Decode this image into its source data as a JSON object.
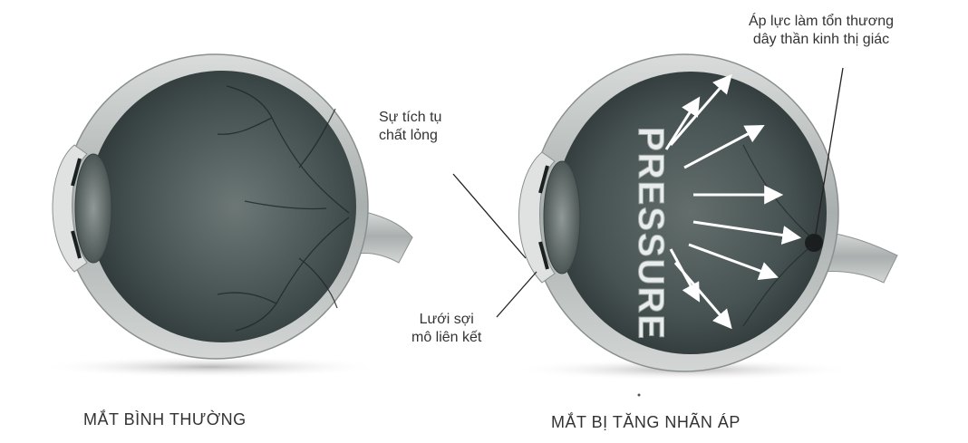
{
  "captions": {
    "normal_eye": "MẮT BÌNH THƯỜNG",
    "glaucoma_eye": "MẮT BỊ TĂNG NHÃN ÁP"
  },
  "labels": {
    "fluid_buildup": [
      "Sự tích tụ",
      "chất lỏng"
    ],
    "trabecular_meshwork": [
      "Lưới sợi",
      "mô liên kết"
    ],
    "optic_nerve_damage": [
      "Áp lực làm tổn thương",
      "dây thần kinh thị giác"
    ]
  },
  "pressure_word": "PRESSURE",
  "colors": {
    "eye_interior": "#3f4c4c",
    "eye_wall": "#b9bfbe",
    "background": "#ffffff"
  }
}
